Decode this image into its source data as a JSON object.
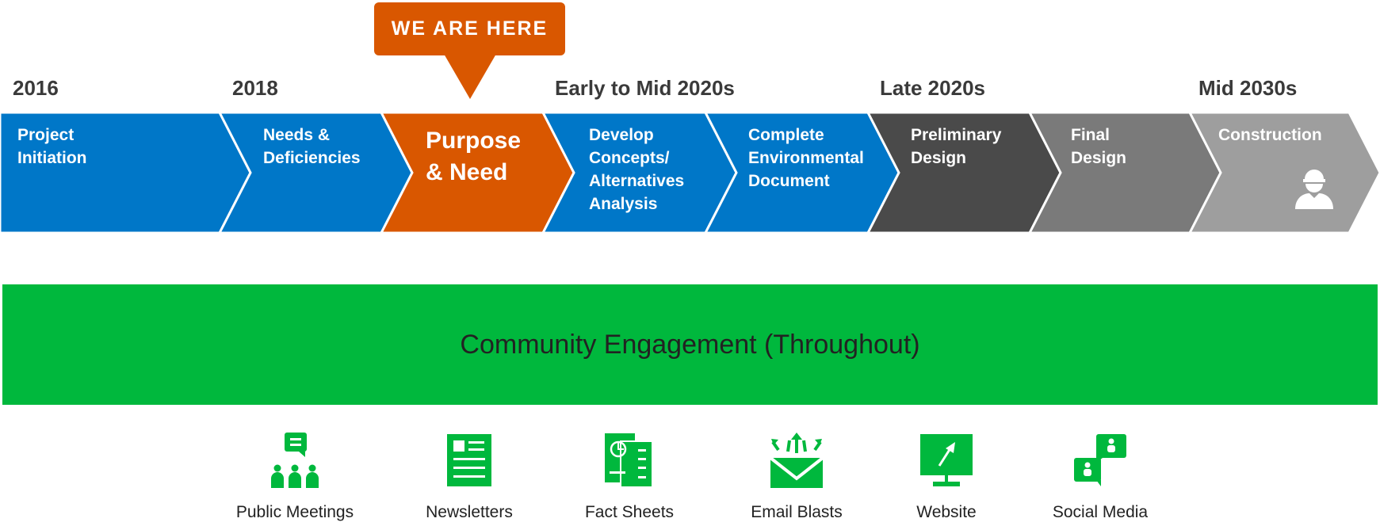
{
  "callout": {
    "label": "WE ARE HERE"
  },
  "years": [
    "2016",
    "2018",
    "Early to Mid 2020s",
    "Late 2020s",
    "Mid 2030s"
  ],
  "stages": [
    {
      "lines": [
        "Project",
        "Initiation"
      ],
      "color": "#0077c8"
    },
    {
      "lines": [
        "Needs &",
        "Deficiencies"
      ],
      "color": "#0077c8"
    },
    {
      "lines": [
        "Purpose",
        "& Need"
      ],
      "color": "#d95700",
      "current": true
    },
    {
      "lines": [
        "Develop",
        "Concepts/",
        "Alternatives",
        "Analysis"
      ],
      "color": "#0077c8"
    },
    {
      "lines": [
        "Complete",
        "Environmental",
        "Document"
      ],
      "color": "#0077c8"
    },
    {
      "lines": [
        "Preliminary",
        "Design"
      ],
      "color": "#4a4a4a"
    },
    {
      "lines": [
        "Final",
        "Design"
      ],
      "color": "#7a7a7a"
    },
    {
      "lines": [
        "Construction"
      ],
      "color": "#9e9e9e",
      "icon": "construction-worker-icon"
    }
  ],
  "engagement": {
    "title": "Community Engagement (Throughout)",
    "color": "#00b83d",
    "channels": [
      {
        "label": "Public Meetings",
        "icon": "public-meetings-icon"
      },
      {
        "label": "Newsletters",
        "icon": "newsletter-icon"
      },
      {
        "label": "Fact Sheets",
        "icon": "fact-sheet-icon"
      },
      {
        "label": "Email Blasts",
        "icon": "email-icon"
      },
      {
        "label": "Website",
        "icon": "website-icon"
      },
      {
        "label": "Social Media",
        "icon": "social-media-icon"
      }
    ]
  }
}
